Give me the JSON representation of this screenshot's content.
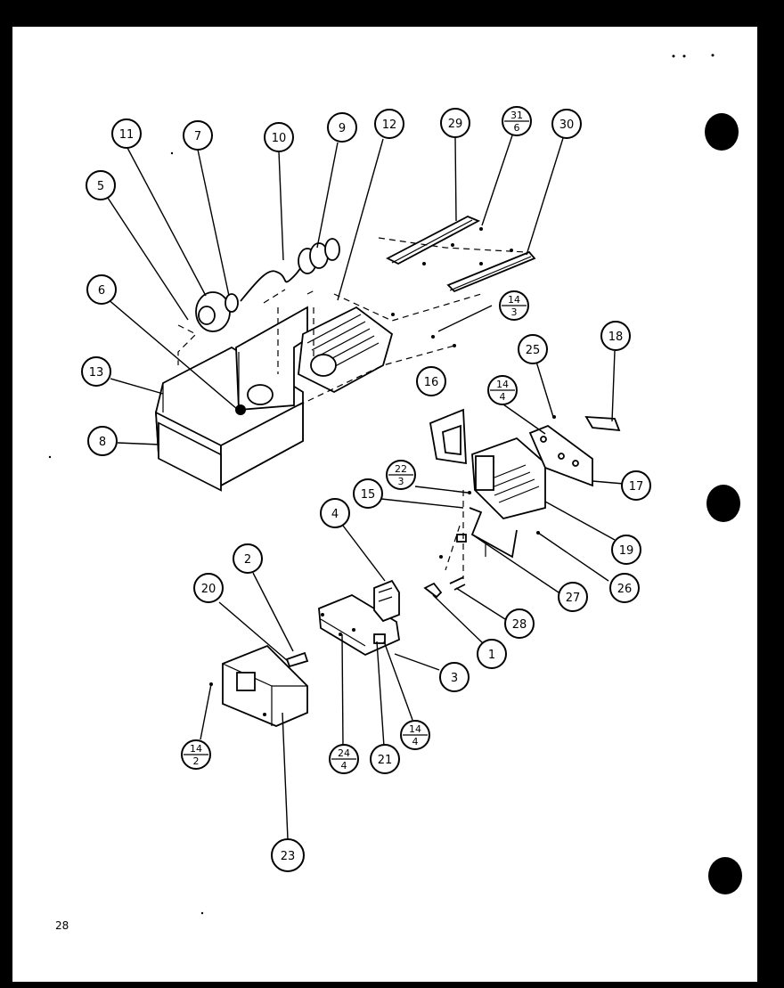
{
  "page_number": "28",
  "callouts": [
    {
      "id": "c11",
      "text": "11"
    },
    {
      "id": "c7",
      "text": "7"
    },
    {
      "id": "c10",
      "text": "10"
    },
    {
      "id": "c9",
      "text": "9"
    },
    {
      "id": "c12",
      "text": "12"
    },
    {
      "id": "c29",
      "text": "29"
    },
    {
      "id": "c31",
      "num": "31",
      "den": "6"
    },
    {
      "id": "c30",
      "text": "30"
    },
    {
      "id": "c5",
      "text": "5"
    },
    {
      "id": "c6",
      "text": "6"
    },
    {
      "id": "c14a",
      "num": "14",
      "den": "3"
    },
    {
      "id": "c13",
      "text": "13"
    },
    {
      "id": "c8",
      "text": "8"
    },
    {
      "id": "c18",
      "text": "18"
    },
    {
      "id": "c25",
      "text": "25"
    },
    {
      "id": "c16",
      "text": "16"
    },
    {
      "id": "c14b",
      "num": "14",
      "den": "4"
    },
    {
      "id": "c22",
      "num": "22",
      "den": "3"
    },
    {
      "id": "c15",
      "text": "15"
    },
    {
      "id": "c17",
      "text": "17"
    },
    {
      "id": "c19",
      "text": "19"
    },
    {
      "id": "c26",
      "text": "26"
    },
    {
      "id": "c4",
      "text": "4"
    },
    {
      "id": "c2",
      "text": "2"
    },
    {
      "id": "c20",
      "text": "20"
    },
    {
      "id": "c27",
      "text": "27"
    },
    {
      "id": "c28",
      "text": "28"
    },
    {
      "id": "c1",
      "text": "1"
    },
    {
      "id": "c3",
      "text": "3"
    },
    {
      "id": "c14c",
      "num": "14",
      "den": "4"
    },
    {
      "id": "c14d",
      "num": "14",
      "den": "2"
    },
    {
      "id": "c24",
      "num": "24",
      "den": "4"
    },
    {
      "id": "c21",
      "text": "21"
    },
    {
      "id": "c23",
      "text": "23"
    }
  ]
}
